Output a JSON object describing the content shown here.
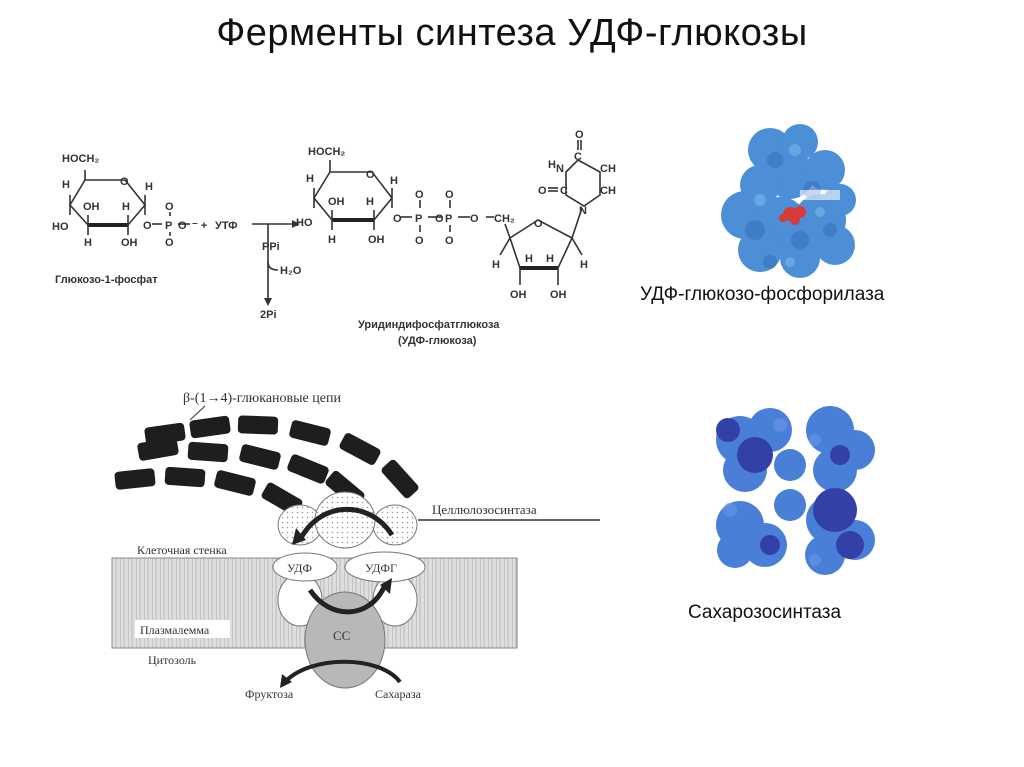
{
  "title": "Ферменты синтеза УДФ-глюкозы",
  "reaction": {
    "hoch2_a": "HOCH₂",
    "hoch2_b": "HOCH₂",
    "h": "H",
    "oh": "OH",
    "ho": "HO",
    "o": "O",
    "p": "P",
    "ch2": "CH₂",
    "utp": "УТФ",
    "ppi": "PPi",
    "h2o": "H₂O",
    "two_pi": "2Pi",
    "glucose_1_phosphate": "Глюкозо-1-фосфат",
    "udp_glucose_line1": "Уридиндифосфатглюкоза",
    "udp_glucose_line2": "(УДФ-глюкоза)",
    "nh": "NH",
    "ch": "CH",
    "c": "C",
    "n": "N"
  },
  "membrane": {
    "chains_label": "β-(1→4)-глюкановые цепи",
    "cellulose_synthase": "Целлюлозосинтаза",
    "cell_wall": "Клеточная стенка",
    "plasmalemma": "Плазмалемма",
    "cytosol": "Цитозоль",
    "udp": "УДФ",
    "udpg": "УДФГ",
    "ss": "СС",
    "fructose": "Фруктоза",
    "sucrose": "Сахараза"
  },
  "proteins": [
    {
      "name": "УДФ-глюкозо-фосфорилаза",
      "color": "#4d8fd6",
      "ligand": "#d63a3a"
    },
    {
      "name": "Сахарозосинтаза",
      "color": "#4a67d8",
      "dark": "#3340a8"
    }
  ]
}
